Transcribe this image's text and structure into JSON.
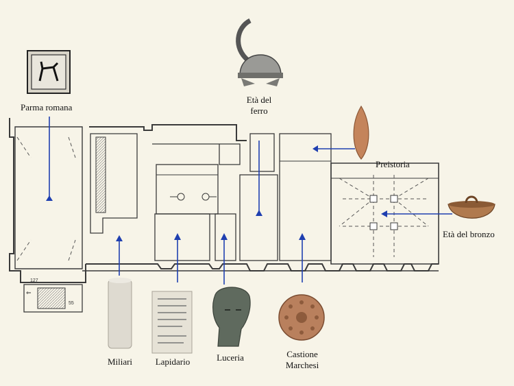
{
  "background_color": "#f7f4e8",
  "arrow_color": "#1f3fb0",
  "plan_stroke_color": "#3a3a3a",
  "sections": [
    {
      "id": "parma-romana",
      "label": "Parma romana",
      "icon": "mosaic-tile-icon"
    },
    {
      "id": "eta-del-ferro",
      "label_line1": "Età del",
      "label_line2": "ferro",
      "icon": "iron-age-helmet-icon"
    },
    {
      "id": "preistoria",
      "label": "Preistoria",
      "icon": "flint-blade-icon"
    },
    {
      "id": "eta-del-bronzo",
      "label": "Età del bronzo",
      "icon": "bronze-age-bowl-icon"
    },
    {
      "id": "miliari",
      "label": "Miliari",
      "icon": "milestone-column-icon"
    },
    {
      "id": "lapidario",
      "label": "Lapidario",
      "icon": "inscribed-stone-icon"
    },
    {
      "id": "luceria",
      "label": "Luceria",
      "icon": "bronze-head-icon"
    },
    {
      "id": "castione-marchesi",
      "label_line1": "Castione",
      "label_line2": "Marchesi",
      "icon": "bronze-disc-icon"
    }
  ],
  "plan_notes": {
    "stair_left_number": "127",
    "stair_right_number": "55"
  }
}
